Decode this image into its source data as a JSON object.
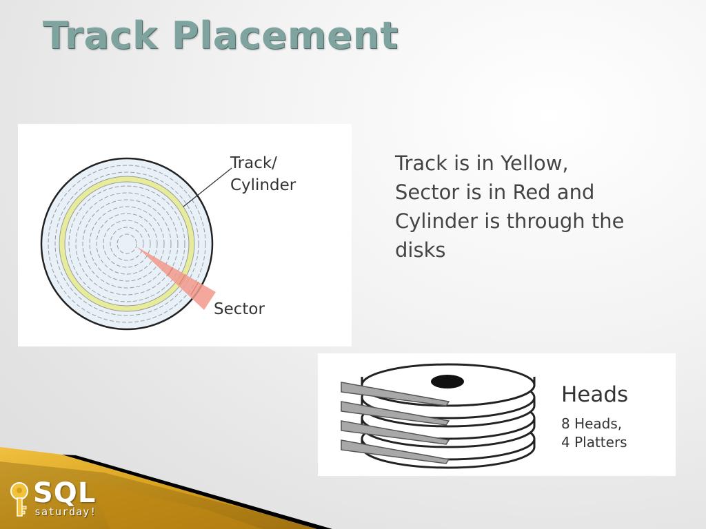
{
  "slide": {
    "title": "Track Placement",
    "body_text": "Track is in Yellow,\nSector is in Red and\nCylinder is through the\ndisks"
  },
  "disk_diagram": {
    "track_label_line1": "Track/",
    "track_label_line2": "Cylinder",
    "sector_label": "Sector",
    "colors": {
      "track": "#e6ec9a",
      "sector": "#f2998c",
      "platter": "#e8f0f8"
    }
  },
  "heads_diagram": {
    "heading": "Heads",
    "line1": "8 Heads,",
    "line2": "4 Platters",
    "colors": {
      "head_arm": "#a8a8a8",
      "spindle": "#111111"
    }
  },
  "logo": {
    "sql": "SQL",
    "saturday": "saturday!",
    "colors": {
      "key": "#f2c33a",
      "banner_gold": "#d9a21e",
      "banner_black": "#000000"
    }
  }
}
